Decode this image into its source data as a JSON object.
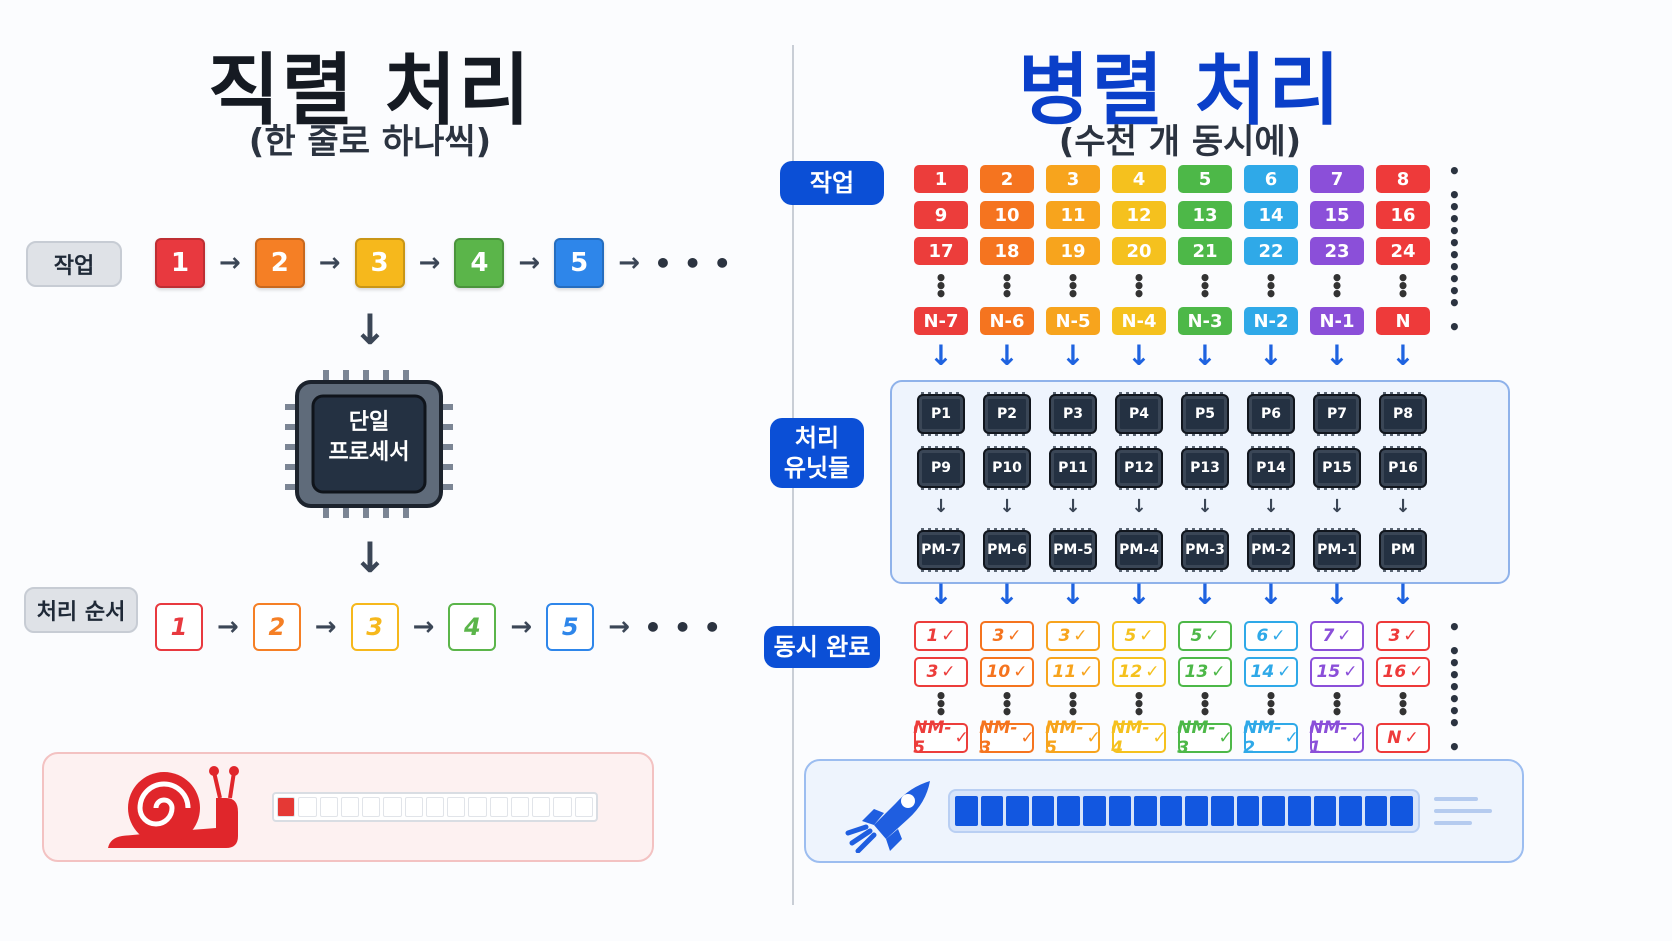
{
  "left": {
    "title": "직렬 처리",
    "subtitle": "(한 줄로 하나씩)",
    "tasks_label": "작업",
    "processor_label": "단일\n프로세서",
    "order_label": "처리 순서",
    "tasks": [
      {
        "label": "1",
        "color": "#e8393f"
      },
      {
        "label": "2",
        "color": "#f57f25"
      },
      {
        "label": "3",
        "color": "#f6b81c"
      },
      {
        "label": "4",
        "color": "#5bb54a"
      },
      {
        "label": "5",
        "color": "#2e86ea"
      }
    ],
    "order": [
      {
        "label": "1",
        "color": "#e8393f"
      },
      {
        "label": "2",
        "color": "#f57f25"
      },
      {
        "label": "3",
        "color": "#f6b81c"
      },
      {
        "label": "4",
        "color": "#5bb54a"
      },
      {
        "label": "5",
        "color": "#2e86ea"
      }
    ],
    "ellipsis": "• • •",
    "progress": {
      "filled": 1,
      "total": 15,
      "fill_color": "#e53935"
    }
  },
  "right": {
    "title": "병렬 처리",
    "subtitle": "(수천 개 동시에)",
    "tasks_label": "작업",
    "units_label": "처리\n유닛들",
    "done_label": "동시 완료",
    "colors": [
      "#ec3d3b",
      "#f5741f",
      "#f7a41d",
      "#f5c11e",
      "#4db848",
      "#2fa9e8",
      "#8b4fd9",
      "#ee3a3a"
    ],
    "task_rows": [
      [
        "1",
        "2",
        "3",
        "4",
        "5",
        "6",
        "7",
        "8"
      ],
      [
        "9",
        "10",
        "11",
        "12",
        "13",
        "14",
        "15",
        "16"
      ],
      [
        "17",
        "18",
        "19",
        "20",
        "21",
        "22",
        "23",
        "24"
      ]
    ],
    "task_last_row": [
      "N-7",
      "N-6",
      "N-5",
      "N-4",
      "N-3",
      "N-2",
      "N-1",
      "N"
    ],
    "unit_rows": [
      [
        "P1",
        "P2",
        "P3",
        "P4",
        "P5",
        "P6",
        "P7",
        "P8"
      ],
      [
        "P9",
        "P10",
        "P11",
        "P12",
        "P13",
        "P14",
        "P15",
        "P16"
      ]
    ],
    "unit_last_row": [
      "PM-7",
      "PM-6",
      "PM-5",
      "PM-4",
      "PM-3",
      "PM-2",
      "PM-1",
      "PM"
    ],
    "done_rows": [
      [
        "1",
        "3",
        "3",
        "5",
        "5",
        "6",
        "7",
        "3"
      ],
      [
        "3",
        "10",
        "11",
        "12",
        "13",
        "14",
        "15",
        "16"
      ]
    ],
    "done_last_row": [
      "NM-5",
      "NM-3",
      "NM-5",
      "NM-4",
      "NM-3",
      "NM-2",
      "NM-1",
      "N"
    ],
    "check": "✓",
    "ellipsis": "• • •",
    "progress": {
      "filled": 18,
      "total": 18,
      "fill_color": "#1257e0"
    }
  }
}
